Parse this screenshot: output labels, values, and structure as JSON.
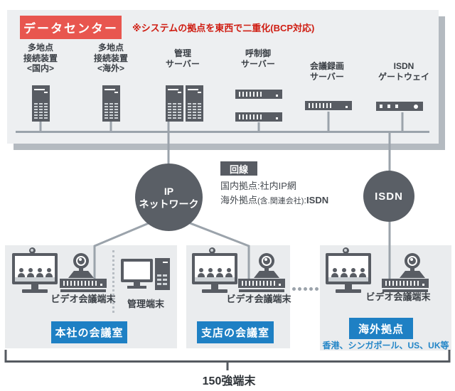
{
  "colors": {
    "accent_red": "#E8564F",
    "note_red": "#CF1D12",
    "device_dark_gray": "#585C63",
    "wire_gray": "#9BA3AB",
    "room_blue": "#1E80C4",
    "locations_blue": "#2285C7",
    "panel_gray": "#EDEFF1"
  },
  "datacenter": {
    "title": "データセンター",
    "note": "※システムの拠点を東西で二重化(BCP対応)",
    "servers": [
      {
        "lines": [
          "多地点",
          "接続装置",
          "<国内>"
        ]
      },
      {
        "lines": [
          "多地点",
          "接続装置",
          "<海外>"
        ]
      },
      {
        "lines": [
          "管理",
          "サーバー"
        ]
      },
      {
        "lines": [
          "呼制御",
          "サーバー"
        ]
      },
      {
        "lines": [
          "会議録画",
          "サーバー"
        ]
      },
      {
        "lines": [
          "ISDN",
          "ゲートウェイ"
        ]
      }
    ]
  },
  "network": {
    "ip_circle": {
      "line1": "IP",
      "line2": "ネットワーク"
    },
    "isdn_circle": {
      "label": "ISDN"
    },
    "line_panel": {
      "title": "回線",
      "row1": "国内拠点:社内IP網",
      "row2_prefix": "海外拠点",
      "row2_paren": "(含.関連会社)",
      "row2_colon": ":",
      "row2_value": "ISDN"
    }
  },
  "sites": {
    "hq": {
      "terminal": "ビデオ会議端末",
      "admin": "管理端末",
      "room": "本社の会議室"
    },
    "branch": {
      "terminal": "ビデオ会議端末",
      "room": "支店の会議室"
    },
    "overseas": {
      "terminal": "ビデオ会議端末",
      "room": "海外拠点",
      "locations": "香港、シンガポール、US、UK等"
    }
  },
  "footer": {
    "total": "150強端末"
  }
}
